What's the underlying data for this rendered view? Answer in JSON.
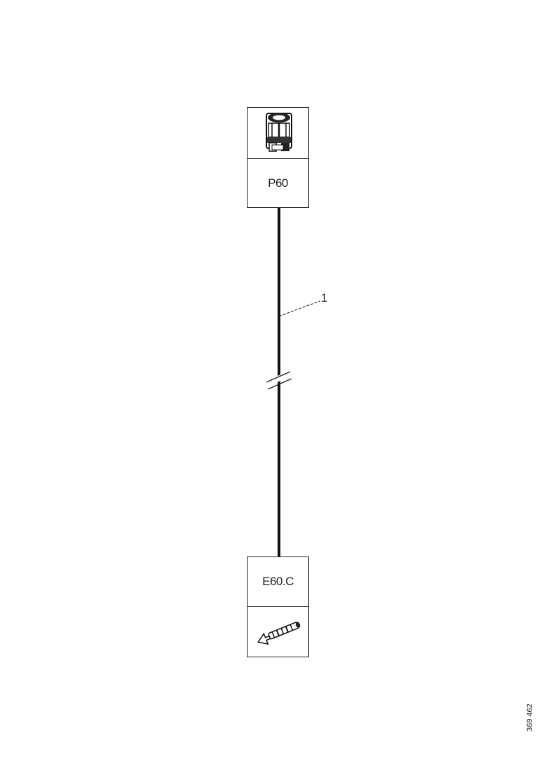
{
  "diagram": {
    "top_connector": {
      "label": "P60",
      "icon": "connector-housing-icon"
    },
    "bottom_connector": {
      "label": "E60.C",
      "icon": "terminal-pin-icon"
    },
    "wire": {
      "callout": "1"
    },
    "reference_number": "369 462"
  }
}
